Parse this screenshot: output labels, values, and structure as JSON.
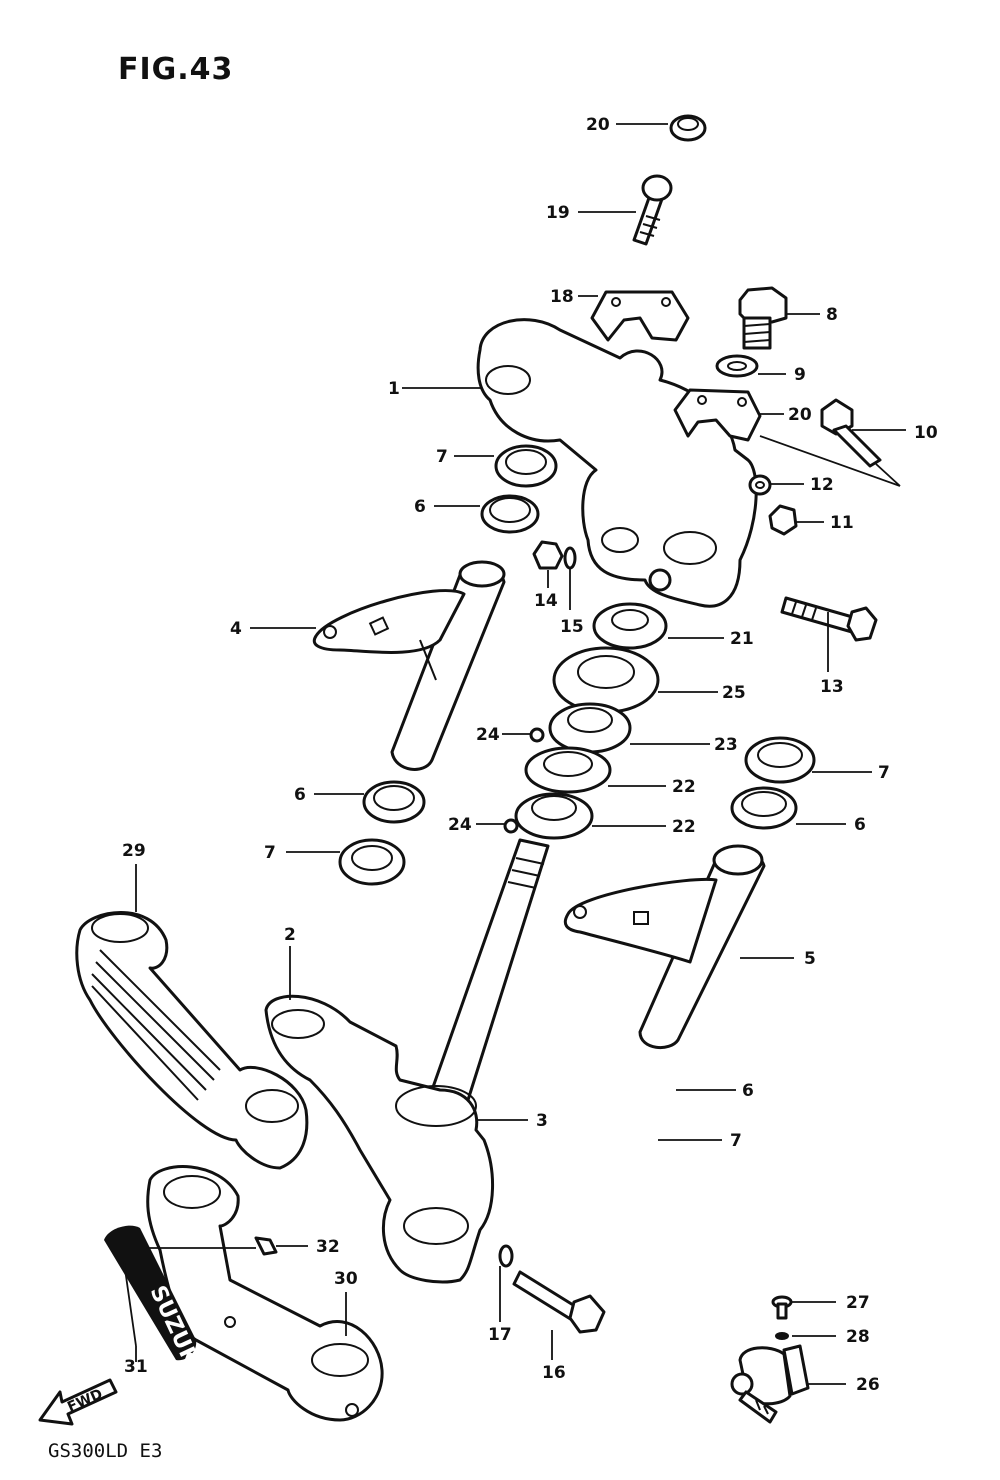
{
  "figure_title": "FIG.43",
  "footer_label": "GS300LD E3",
  "fwd_label": "FWD",
  "emblem_text": "SUZUKI",
  "callouts": {
    "c1": "1",
    "c2": "2",
    "c3": "3",
    "c4": "4",
    "c5": "5",
    "c6a": "6",
    "c6b": "6",
    "c6c": "6",
    "c6d": "6",
    "c7a": "7",
    "c7b": "7",
    "c7c": "7",
    "c7d": "7",
    "c8": "8",
    "c9": "9",
    "c10": "10",
    "c11": "11",
    "c12": "12",
    "c13": "13",
    "c14": "14",
    "c15": "15",
    "c16": "16",
    "c17": "17",
    "c18": "18",
    "c19": "19",
    "c20a": "20",
    "c20b": "20",
    "c21": "21",
    "c22a": "22",
    "c22b": "22",
    "c23": "23",
    "c24a": "24",
    "c24b": "24",
    "c25": "25",
    "c26": "26",
    "c27": "27",
    "c28": "28",
    "c29": "29",
    "c30": "30",
    "c31": "31",
    "c32": "32"
  }
}
